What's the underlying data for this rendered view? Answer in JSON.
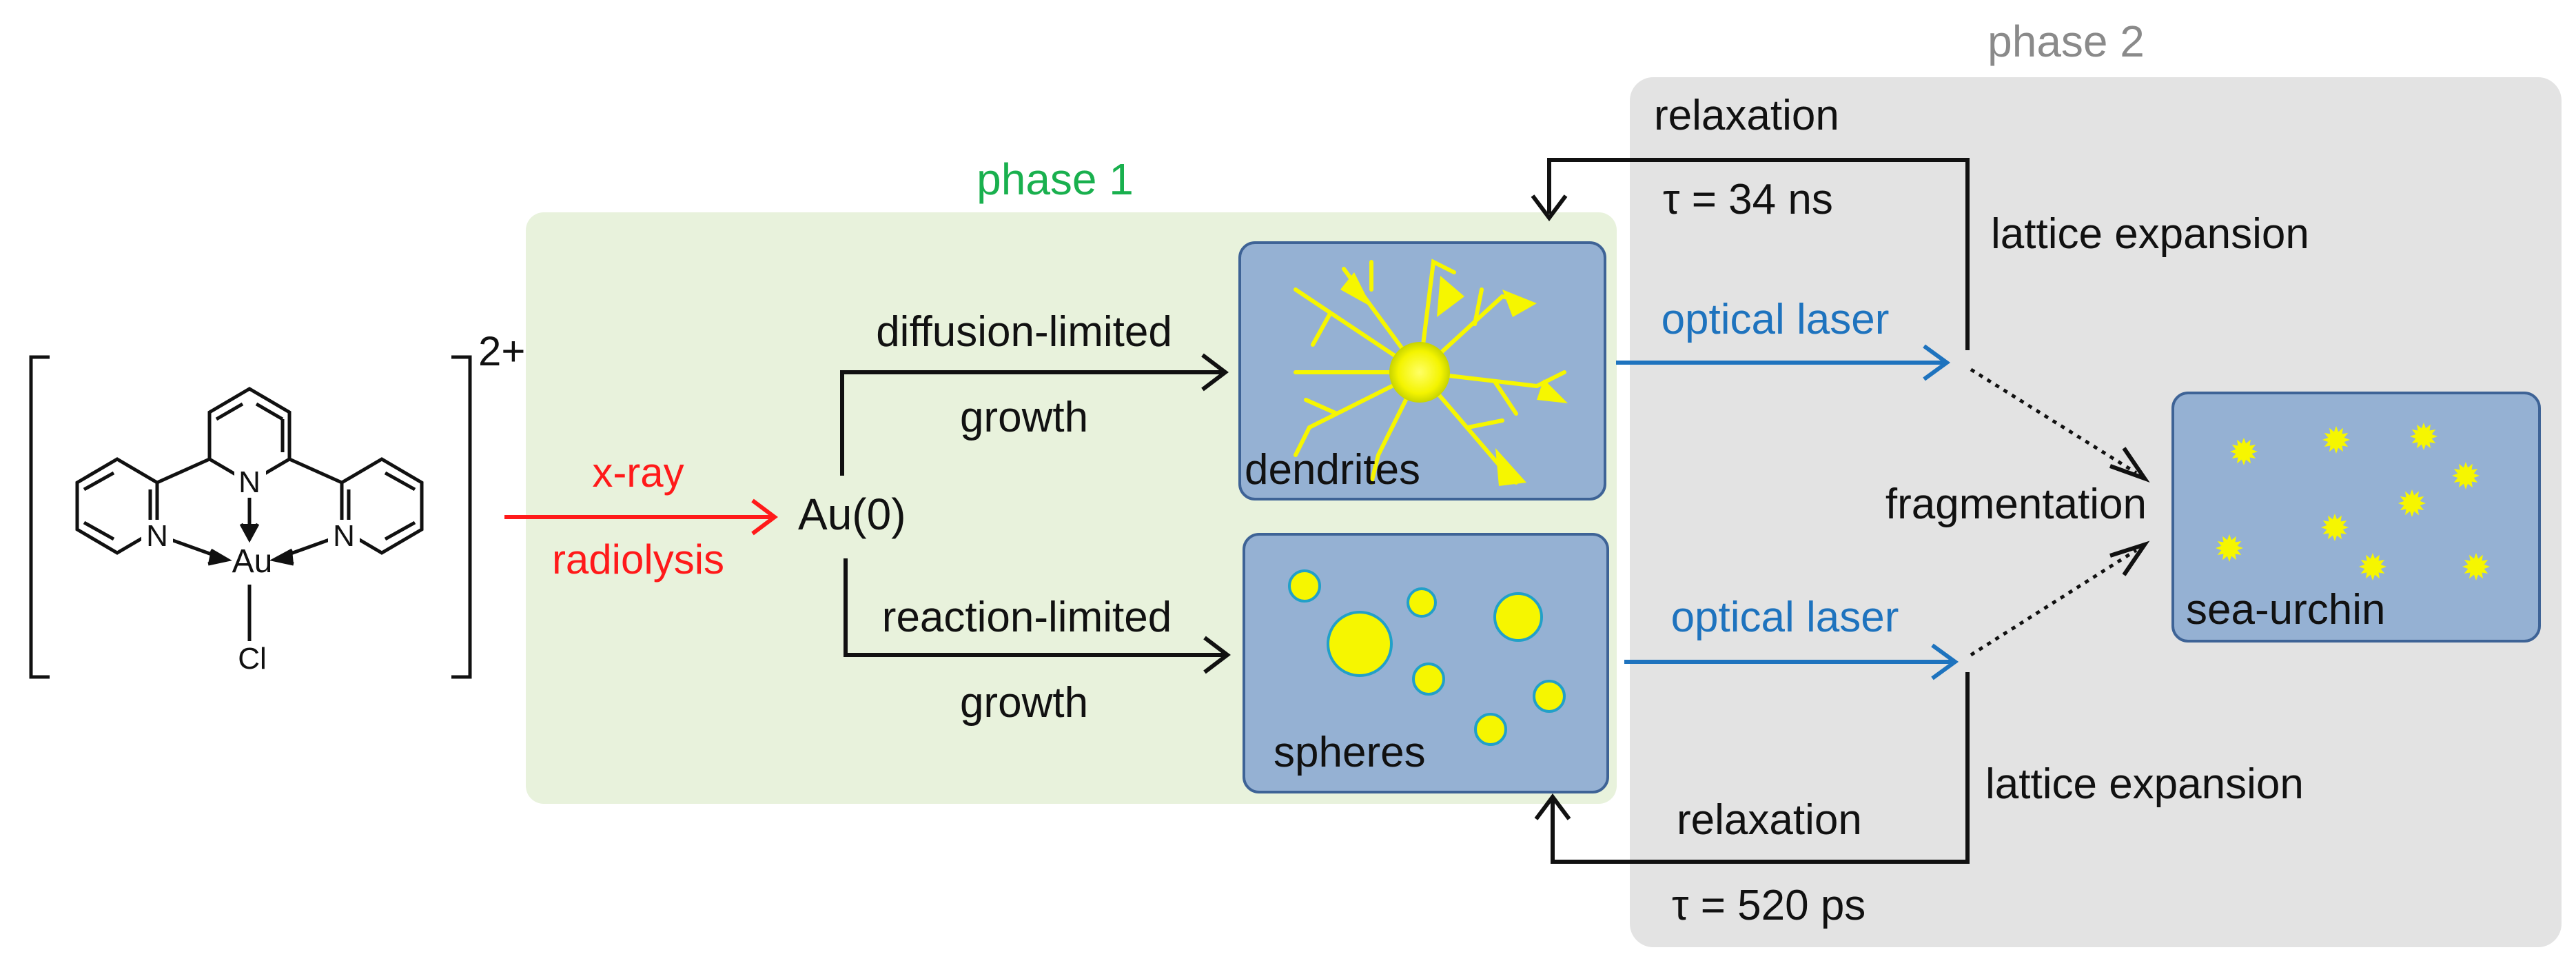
{
  "colors": {
    "phase1_bg": "#e8f2dc",
    "phase2_bg": "#e3e3e3",
    "box_fill": "#95b1d3",
    "box_stroke": "#3e6396",
    "particle": "#f6f600",
    "xray_red": "#ff1a1a",
    "laser_blue": "#1e73be",
    "phase1_green": "#19b04e",
    "phase2_gray": "#8a8a8a",
    "black": "#111111"
  },
  "complex": {
    "charge": "2+",
    "metal": "Au",
    "halide": "Cl",
    "n1": "N",
    "n2": "N",
    "n3": "N"
  },
  "phase1": {
    "label": "phase 1"
  },
  "phase2": {
    "label": "phase 2"
  },
  "xray": {
    "line1": "x-ray",
    "line2": "radiolysis"
  },
  "au0": "Au(0)",
  "upper_path": {
    "line1": "diffusion-limited",
    "line2": "growth"
  },
  "lower_path": {
    "line1": "reaction-limited",
    "line2": "growth"
  },
  "dendrites": {
    "label": "dendrites"
  },
  "spheres": {
    "label": "spheres"
  },
  "sea_urchin": {
    "label": "sea-urchin"
  },
  "laser_top": "optical laser",
  "laser_bottom": "optical laser",
  "relaxation_top": {
    "label": "relaxation",
    "tau": "τ = 34 ns"
  },
  "relaxation_bottom": {
    "label": "relaxation",
    "tau": "τ = 520 ps"
  },
  "lattice_top": "lattice expansion",
  "lattice_bottom": "lattice expansion",
  "fragmentation": "fragmentation"
}
